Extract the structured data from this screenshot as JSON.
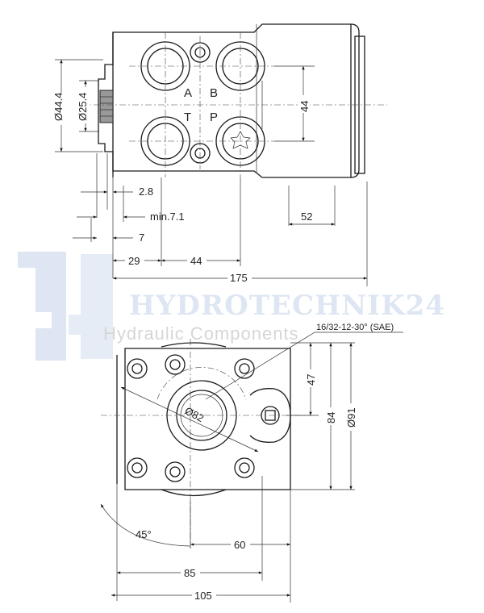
{
  "watermark": {
    "brand": "HYDROTECHNIK24",
    "tagline": "Hydraulic Components",
    "logo_color": "#dde6f2"
  },
  "top_view": {
    "ports": [
      "A",
      "B",
      "T",
      "P"
    ],
    "dimensions": {
      "d_outer": "Ø44.4",
      "d_inner": "Ø25.4",
      "port_spacing": "44",
      "d2_8": "2.8",
      "min_7_1": "min.7.1",
      "d7": "7",
      "d29": "29",
      "d44": "44",
      "d52": "52",
      "d175": "175"
    }
  },
  "bottom_view": {
    "spline_spec": "16/32-12-30° (SAE)",
    "dimensions": {
      "d82": "Ø82",
      "d47": "47",
      "d84": "84",
      "d91": "Ø91",
      "angle": "45°",
      "d60": "60",
      "d85": "85",
      "d105": "105"
    }
  }
}
